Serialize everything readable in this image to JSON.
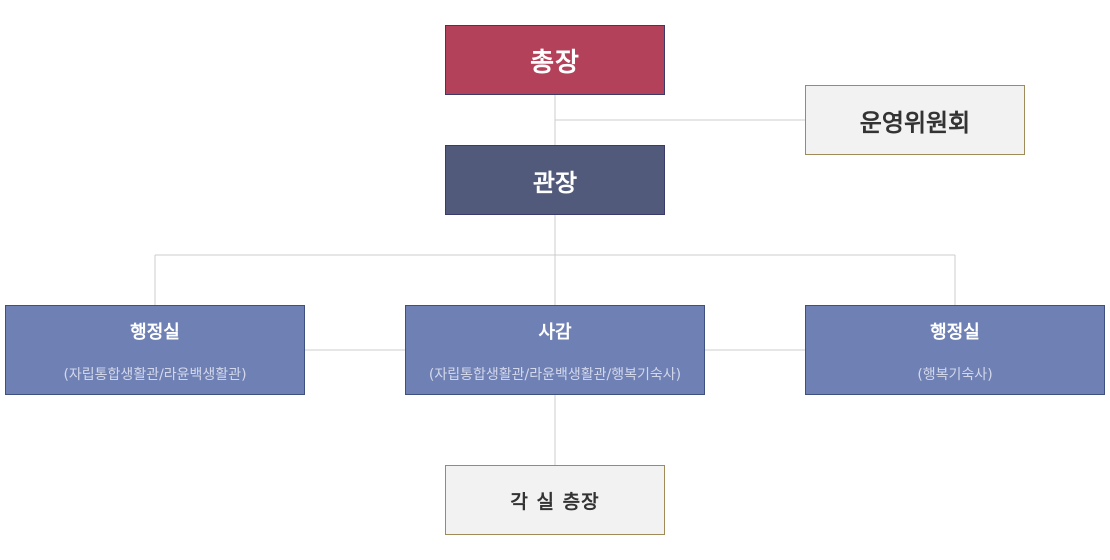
{
  "org_chart": {
    "president": "총장",
    "director": "관장",
    "committee": "운영위원회",
    "departments": [
      {
        "title": "행정실",
        "subtitle": "(자립통합생활관/라윤백생활관)"
      },
      {
        "title": "사감",
        "subtitle": "(자립통합생활관/라윤백생활관/행복기숙사)"
      },
      {
        "title": "행정실",
        "subtitle": "(행복기숙사)"
      }
    ],
    "floor_heads": "각 실 층장"
  },
  "colors": {
    "president": "#b4415a",
    "director": "#525a7c",
    "department": "#6f80b4",
    "neutral_box": "#f2f2f2",
    "connector": "#cccccc"
  }
}
